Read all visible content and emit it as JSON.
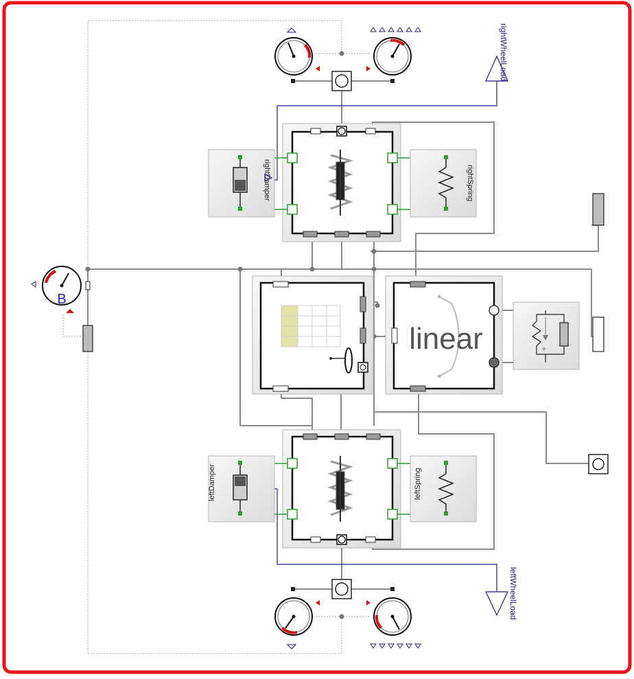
{
  "diagram": {
    "labels": {
      "right_wheel_load": "rightWheelLoad",
      "left_wheel_load": "leftWheelLoad",
      "right_damper": "rightDamper",
      "right_spring": "rightSpring",
      "left_damper": "leftDamper",
      "left_spring": "leftSpring",
      "linear": "linear",
      "sensor_b": "B"
    },
    "colors": {
      "frame_red": "#e8141a",
      "wire_gray": "#8a8a8a",
      "wire_blue": "#1f1f8f",
      "connector_green": "#2e9e2e",
      "gauge_red": "#d11414",
      "block_bg": "#ececec",
      "block_border": "#b4b4b4",
      "table_yellow": "#e3e0a8"
    }
  }
}
